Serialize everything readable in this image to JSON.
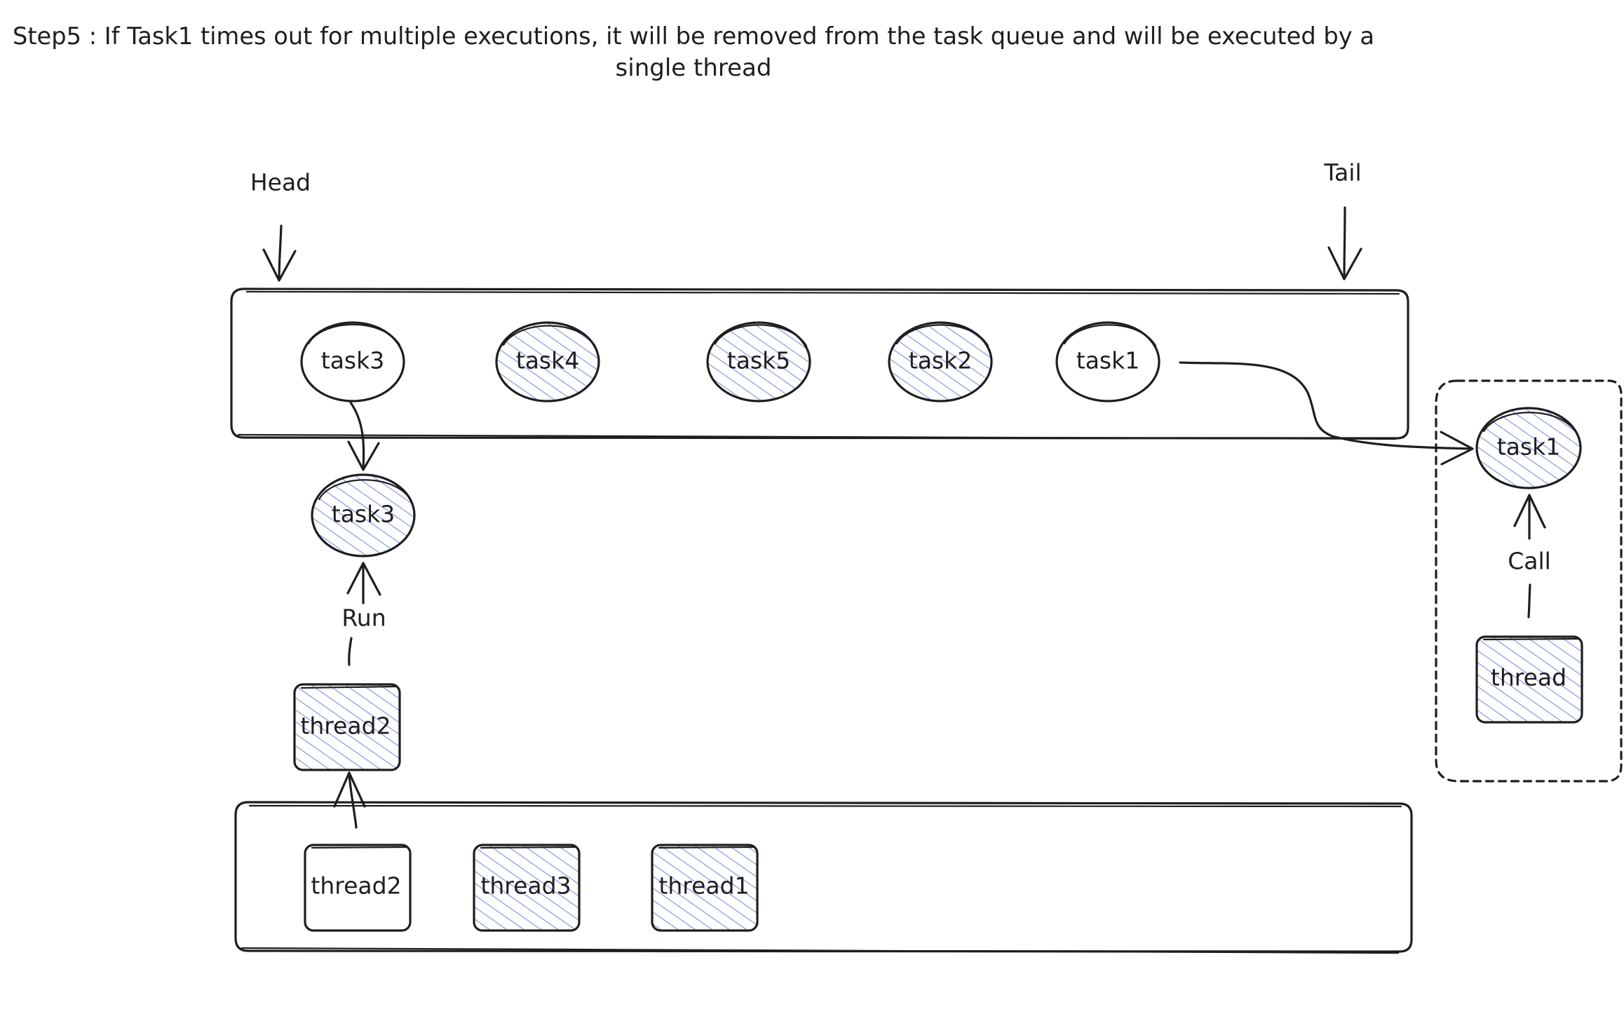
{
  "title": {
    "line1": "Step5 : If Task1 times out for multiple executions, it will be removed from the task queue and will be executed by a",
    "line2": "single thread"
  },
  "queue": {
    "head_label": "Head",
    "tail_label": "Tail",
    "tasks": [
      {
        "label": "task3",
        "hatched": false
      },
      {
        "label": "task4",
        "hatched": true
      },
      {
        "label": "task5",
        "hatched": true
      },
      {
        "label": "task2",
        "hatched": true
      },
      {
        "label": "task1",
        "hatched": false
      }
    ]
  },
  "running": {
    "task_label": "task3",
    "run_label": "Run",
    "thread_label": "thread2"
  },
  "pool": {
    "threads": [
      {
        "label": "thread2",
        "hatched": false
      },
      {
        "label": "thread3",
        "hatched": true
      },
      {
        "label": "thread1",
        "hatched": true
      }
    ]
  },
  "isolated": {
    "task_label": "task1",
    "call_label": "Call",
    "thread_label": "thread"
  },
  "colors": {
    "stroke": "#1e1e1e",
    "hatch": "#7a93d6",
    "background": "#ffffff"
  }
}
